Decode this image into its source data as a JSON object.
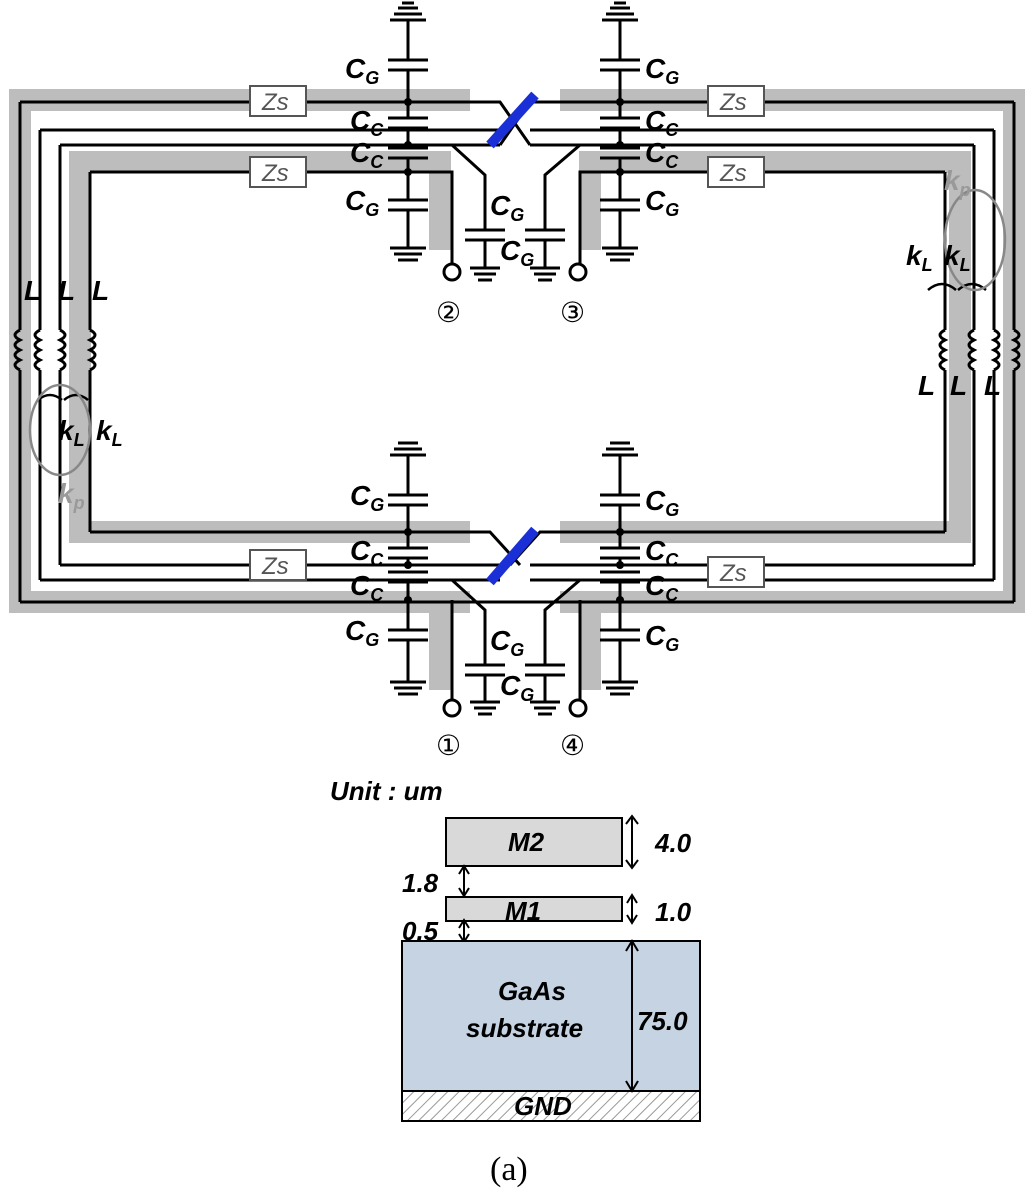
{
  "labels": {
    "cg": "C",
    "cg_sub": "G",
    "cc": "C",
    "cc_sub": "C",
    "zs": "Zs",
    "l": "L",
    "kl": "k",
    "kl_sub": "L",
    "kp": "k",
    "kp_sub": "p"
  },
  "ports": {
    "p1": "①",
    "p2": "②",
    "p3": "③",
    "p4": "④"
  },
  "stack": {
    "unit": "Unit : um",
    "m2": "M2",
    "m2_thickness": "4.0",
    "gap_m1_m2": "1.8",
    "m1": "M1",
    "m1_thickness": "1.0",
    "gap_sub_m1": "0.5",
    "substrate_line1": "GaAs",
    "substrate_line2": "substrate",
    "substrate_thickness": "75.0",
    "gnd": "GND"
  },
  "caption": "(a)",
  "colors": {
    "trace_gray": "#bdbdbd",
    "crossover_blue": "#1a2fd6",
    "substrate": "#c5d3e3",
    "metal": "#d9d9d9"
  }
}
